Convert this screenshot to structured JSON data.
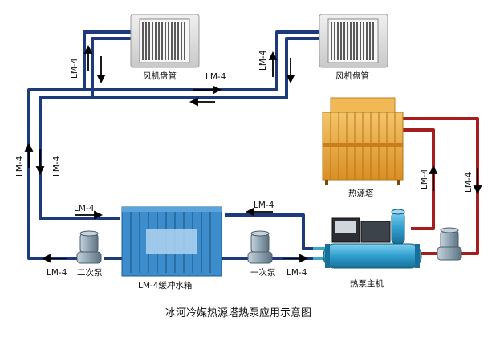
{
  "caption": "冰河冷媒热源塔热泵应用示意图",
  "equipment": {
    "fan_coil_left": "风机盘管",
    "fan_coil_right": "风机盘管",
    "heat_source_tower": "热源塔",
    "heat_pump_host": "热泵主机",
    "buffer_tank": "LM-4缓冲水箱",
    "secondary_pump": "二次泵",
    "primary_pump": "一次泵"
  },
  "pipe_label": "LM-4",
  "colors": {
    "cold_pipe": "#1d3a7a",
    "hot_pipe": "#a51e1e",
    "tank": "#3d8ccc",
    "tower": "#e7a33a",
    "heat_pump": "#2f9fcf",
    "pump": "#8fa3b2"
  }
}
